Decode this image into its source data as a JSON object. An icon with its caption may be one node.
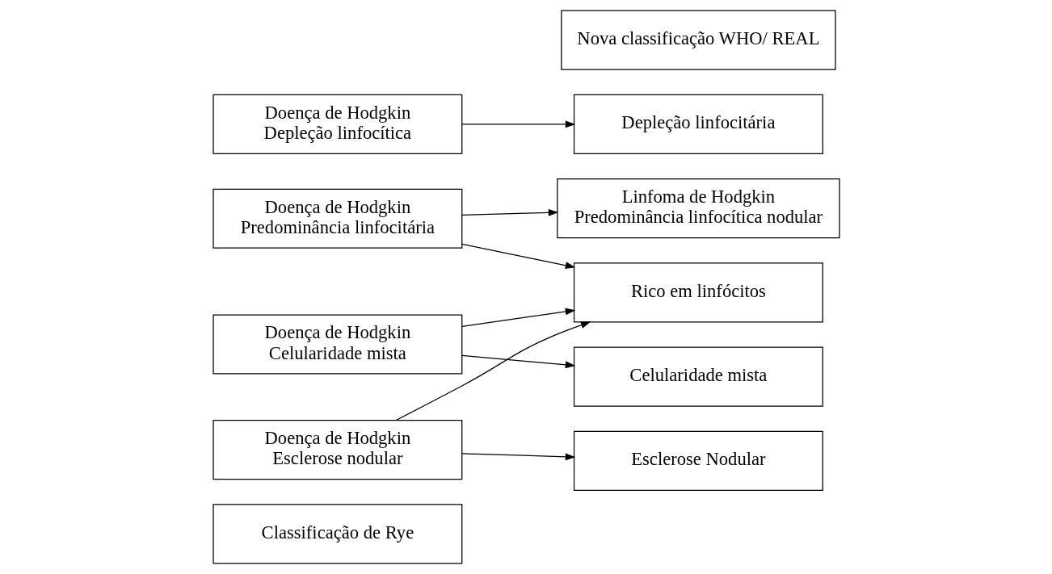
{
  "diagram": {
    "nodes": [
      {
        "text": [
          "Classificação de Rye"
        ]
      },
      {
        "text": [
          "Nova classificação WHO/ REAL"
        ]
      },
      {
        "text": [
          "Doença de Hodgkin",
          "Predominância linfocitária"
        ]
      },
      {
        "text": [
          "Linfoma de Hodgkin",
          "Predominância linfocítica nodular"
        ]
      },
      {
        "text": [
          "Doença de Hodgkin",
          "Celularidade mista"
        ]
      },
      {
        "text": [
          "Rico em linfócitos"
        ]
      },
      {
        "text": [
          "Doença de Hodgkin",
          "Esclerose nodular"
        ]
      },
      {
        "text": [
          "Celularidade mista"
        ]
      },
      {
        "text": [
          "Doença de Hodgkin",
          "Depleção linfocítica"
        ]
      },
      {
        "text": [
          "Esclerose Nodular"
        ]
      },
      {
        "text": [
          "Depleção linfocitária"
        ]
      }
    ],
    "edges": [
      {
        "from": 2,
        "to": 3,
        "arrow": "to"
      },
      {
        "from": 2,
        "to": 5,
        "arrow": "to"
      },
      {
        "from": 4,
        "to": 5,
        "arrow": "to"
      },
      {
        "from": 4,
        "to": 7,
        "arrow": "to"
      },
      {
        "from": 6,
        "to": 5,
        "arrow": "to"
      },
      {
        "from": 6,
        "to": 9,
        "arrow": "to"
      },
      {
        "from": 8,
        "to": 10,
        "arrow": "to"
      }
    ]
  }
}
